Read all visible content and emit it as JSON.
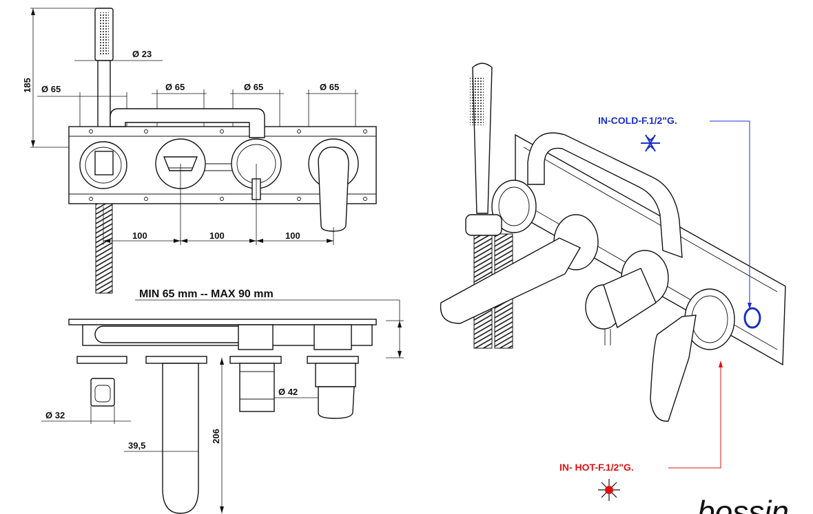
{
  "front_view": {
    "height_dim": "185",
    "handshower_dia": "Ø 23",
    "dia_outlet_1": "Ø 65",
    "dia_outlet_2": "Ø 65",
    "dia_outlet_3": "Ø 65",
    "dia_outlet_4": "Ø 65",
    "spacing_1": "100",
    "spacing_2": "100",
    "spacing_3": "100"
  },
  "side_view": {
    "wall_depth": "MIN 65 mm -- MAX 90 mm",
    "dia_small": "Ø 32",
    "dia_body": "Ø 42",
    "spout_reach": "39,5",
    "spout_length": "206"
  },
  "iso_view": {
    "cold_inlet": "IN-COLD-F.1/2\"G.",
    "hot_inlet": "IN- HOT-F.1/2\"G.",
    "brand_partial": "bossin",
    "cold_color": "#1a2fc8",
    "hot_color": "#e01010",
    "cold_icon": "snowflake-icon",
    "hot_icon": "sun-icon"
  }
}
